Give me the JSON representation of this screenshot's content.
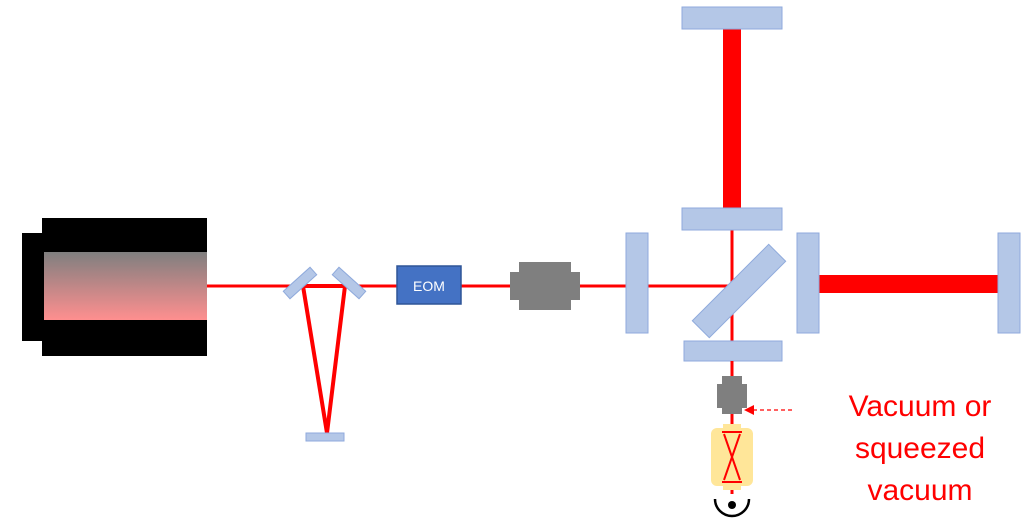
{
  "components": {
    "eom_label": "EOM"
  },
  "annotation": {
    "lines": [
      "Vacuum or",
      "squeezed",
      "vacuum"
    ]
  },
  "colors": {
    "beam": "#ff0000",
    "mirror_fill": "#b4c7e7",
    "mirror_stroke": "#8faadc",
    "eom_fill": "#4472c4",
    "eom_stroke": "#2f5597",
    "isolator_fill": "#7f7f7f",
    "laser_body": "#000000",
    "faraday_fill": "#ffe699",
    "annotation": "#ff0000"
  }
}
